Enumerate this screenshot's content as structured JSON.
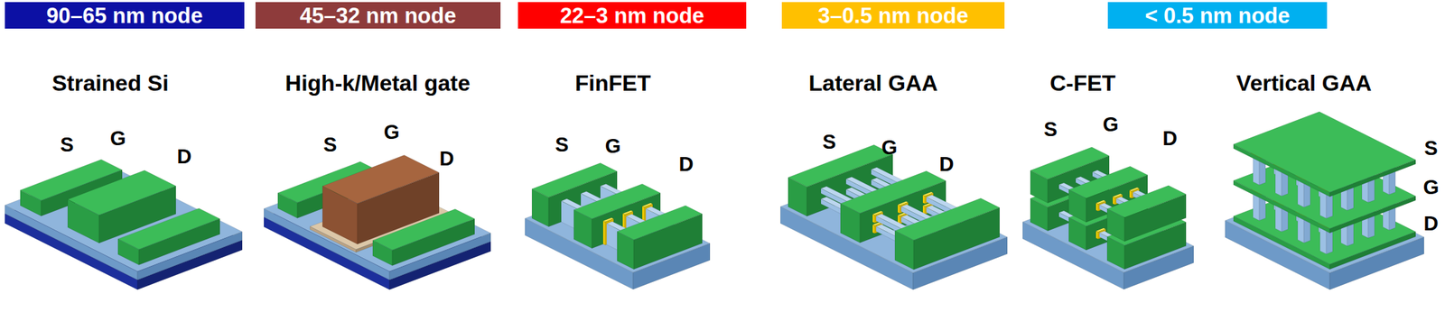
{
  "diagram": {
    "nodes": [
      {
        "text": [
          "90–65 nm node"
        ]
      },
      {
        "text": [
          "45–32 nm node"
        ]
      },
      {
        "text": [
          "22–3 nm node"
        ]
      },
      {
        "text": [
          "3–0.5 nm node"
        ]
      },
      {
        "text": [
          "< 0.5 nm node"
        ]
      }
    ],
    "labels": [
      "Strained Si",
      "High-k/Metal gate",
      "FinFET",
      "Lateral GAA",
      "C-FET",
      "Vertical GAA",
      "S",
      "G",
      "D",
      "S",
      "G",
      "D",
      "S",
      "G",
      "D",
      "S",
      "G",
      "D",
      "S",
      "G",
      "D",
      "S",
      "G",
      "D"
    ]
  }
}
